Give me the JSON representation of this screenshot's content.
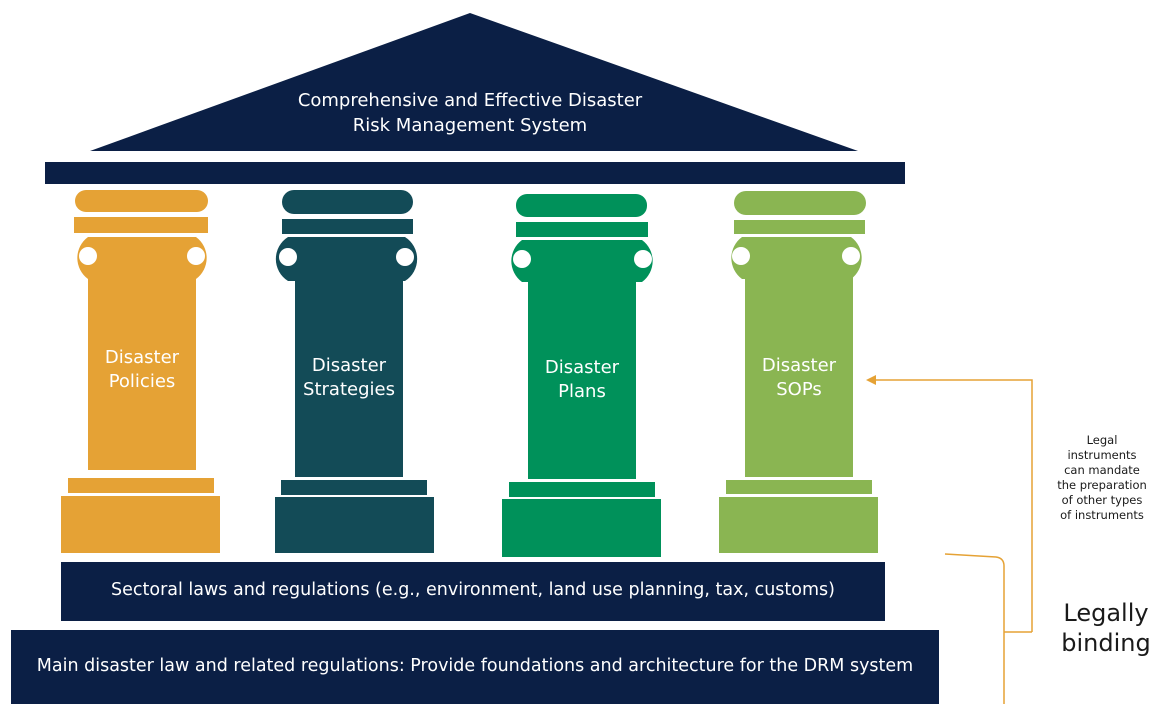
{
  "roof": {
    "line1": "Comprehensive and Effective Disaster",
    "line2": "Risk Management System"
  },
  "pillars": [
    {
      "line1": "Disaster",
      "line2": "Policies",
      "color": "#E5A235"
    },
    {
      "line1": "Disaster",
      "line2": "Strategies",
      "color": "#134B57"
    },
    {
      "line1": "Disaster",
      "line2": "Plans",
      "color": "#00915A"
    },
    {
      "line1": "Disaster",
      "line2": "SOPs",
      "color": "#8AB552"
    }
  ],
  "sectoral_bar": "Sectoral laws and regulations (e.g., environment, land use planning, tax, customs)",
  "main_bar": "Main disaster law and related regulations: Provide foundations and architecture for the DRM system",
  "annotation": {
    "note_lines": [
      "Legal",
      "instruments",
      "can mandate",
      "the preparation",
      "of other types",
      "of instruments"
    ],
    "binding_line1": "Legally",
    "binding_line2": "binding"
  },
  "colors": {
    "navy": "#0B1F45",
    "bracket": "#E5A235"
  }
}
